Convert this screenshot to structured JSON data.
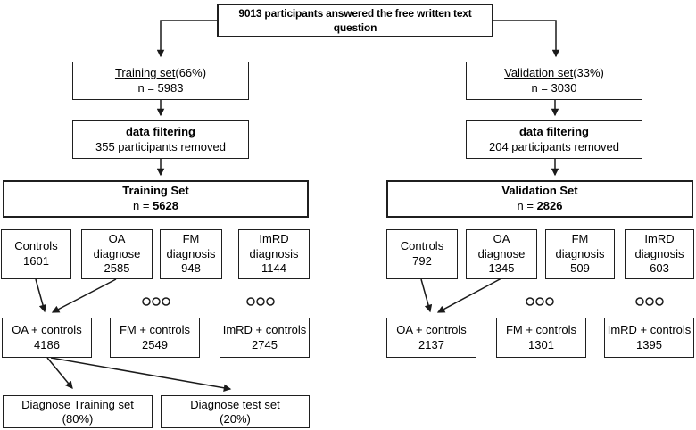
{
  "colors": {
    "border": "#1f1f1f",
    "text": "#000000",
    "background": "#ffffff",
    "arrow": "#1a1a1a"
  },
  "flowchart": {
    "source": {
      "line1": "9013 participants answered the free written text",
      "line2": "question"
    },
    "training": {
      "split": {
        "title": "Training set",
        "suffix": "(66%)",
        "n": "n = 5983"
      },
      "filter": {
        "title": "data filtering",
        "detail": "355 participants removed"
      },
      "set": {
        "title": "Training Set",
        "n_label": "n = ",
        "n_value": "5628"
      },
      "groups": [
        {
          "l1": "Controls",
          "l2": "1601"
        },
        {
          "l1": "OA",
          "l2": "diagnose",
          "l3": "2585"
        },
        {
          "l1": "FM",
          "l2": "diagnosis",
          "l3": "948"
        },
        {
          "l1": "ImRD",
          "l2": "diagnosis",
          "l3": "1144"
        }
      ],
      "combos": [
        {
          "label": "OA + controls",
          "value": "4186"
        },
        {
          "label": "FM + controls",
          "value": "2549"
        },
        {
          "label": "ImRD + controls",
          "value": "2745"
        }
      ]
    },
    "validation": {
      "split": {
        "title": "Validation set",
        "suffix": "(33%)",
        "n": "n = 3030"
      },
      "filter": {
        "title": "data filtering",
        "detail": "204 participants removed"
      },
      "set": {
        "title": "Validation Set",
        "n_label": "n = ",
        "n_value": "2826"
      },
      "groups": [
        {
          "l1": "Controls",
          "l2": "792"
        },
        {
          "l1": "OA",
          "l2": "diagnose",
          "l3": "1345"
        },
        {
          "l1": "FM",
          "l2": "diagnosis",
          "l3": "509"
        },
        {
          "l1": "ImRD",
          "l2": "diagnosis",
          "l3": "603"
        }
      ],
      "combos": [
        {
          "label": "OA + controls",
          "value": "2137"
        },
        {
          "label": "FM + controls",
          "value": "1301"
        },
        {
          "label": "ImRD + controls",
          "value": "1395"
        }
      ]
    },
    "diagnose_split": {
      "train": {
        "label": "Diagnose Training set",
        "pct": "(80%)"
      },
      "test": {
        "label": "Diagnose test set",
        "pct": "(20%)"
      }
    }
  }
}
